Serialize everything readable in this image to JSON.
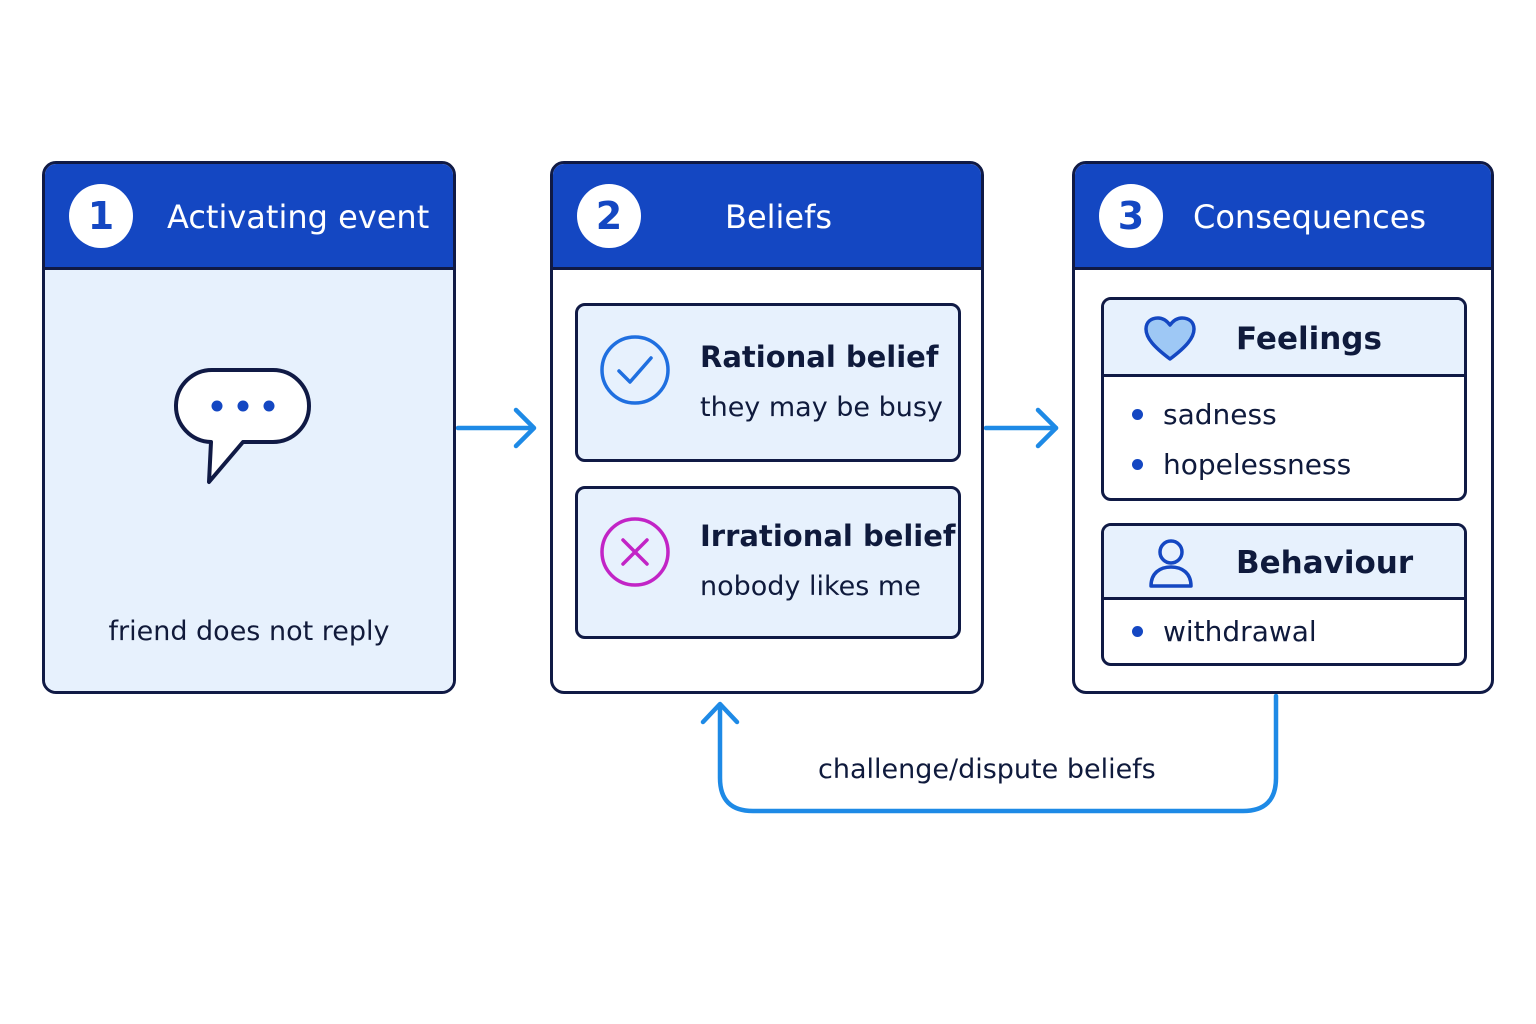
{
  "steps": [
    {
      "number": "1",
      "title": "Activating event",
      "icon": "speech-bubble-icon",
      "text": "friend does not reply"
    },
    {
      "number": "2",
      "title": "Beliefs",
      "rational": {
        "icon": "check-circle-icon",
        "title": "Rational belief",
        "text": "they may be busy"
      },
      "irrational": {
        "icon": "x-circle-icon",
        "title": "Irrational belief",
        "text": "nobody likes me"
      }
    },
    {
      "number": "3",
      "title": "Consequences",
      "feelings": {
        "icon": "heart-icon",
        "title": "Feelings",
        "items": [
          "sadness",
          "hopelessness"
        ]
      },
      "behaviour": {
        "icon": "person-icon",
        "title": "Behaviour",
        "items": [
          "withdrawal"
        ]
      }
    }
  ],
  "loop_label": "challenge/dispute beliefs",
  "colors": {
    "header": "#1447c2",
    "panel_fill": "#e7f1fd",
    "outline": "#101a45",
    "arrow": "#1e8ae6",
    "check": "#1f6fe0",
    "cross": "#c224c6"
  }
}
